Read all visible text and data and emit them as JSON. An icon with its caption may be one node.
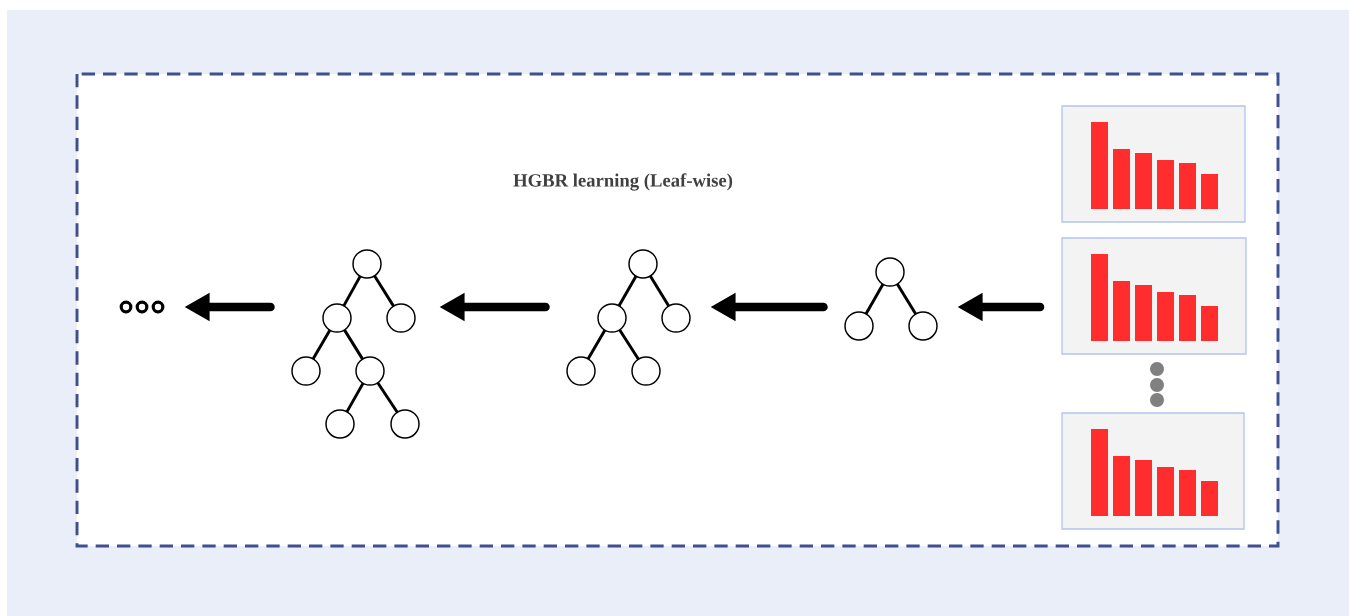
{
  "diagram": {
    "title": "HGBR learning (Leaf-wise)",
    "nodes": [
      {
        "text": [],
        "shape": "ellipsis"
      },
      {
        "text": [],
        "shape": "tree"
      },
      {
        "text": [],
        "shape": "tree"
      },
      {
        "text": [],
        "shape": "tree"
      },
      {
        "text": [],
        "shape": "chart"
      },
      {
        "text": [],
        "shape": "chart"
      },
      {
        "text": [],
        "shape": "chart"
      }
    ],
    "edges": [
      {
        "from": 5,
        "to": 3,
        "arrow": "to"
      },
      {
        "from": 3,
        "to": 2,
        "arrow": "to"
      },
      {
        "from": 2,
        "to": 1,
        "arrow": "to"
      },
      {
        "from": 1,
        "to": 0,
        "arrow": "to"
      }
    ]
  }
}
